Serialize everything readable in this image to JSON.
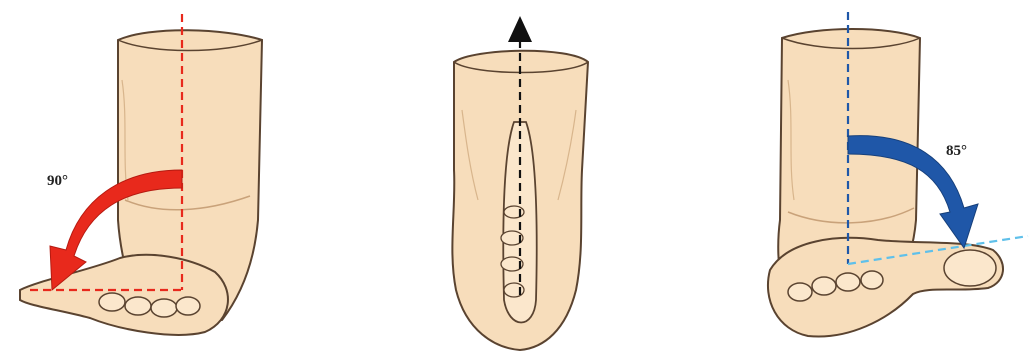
{
  "colors": {
    "skin": "#f7ddbb",
    "skin_shadow": "#e6bf95",
    "outline": "#5a4330",
    "red": "#e8291c",
    "blue": "#1f57a8",
    "light_blue": "#5fc0ea",
    "black": "#111111"
  },
  "panels": [
    {
      "name": "left",
      "angle_label": "90°",
      "arrow_color": "red",
      "arrow_direction": "counterclockwise"
    },
    {
      "name": "middle",
      "angle_label": "",
      "arrow_color": "black",
      "arrow_direction": "up"
    },
    {
      "name": "right",
      "angle_label": "85°",
      "arrow_color": "blue",
      "arrow_direction": "clockwise"
    }
  ]
}
